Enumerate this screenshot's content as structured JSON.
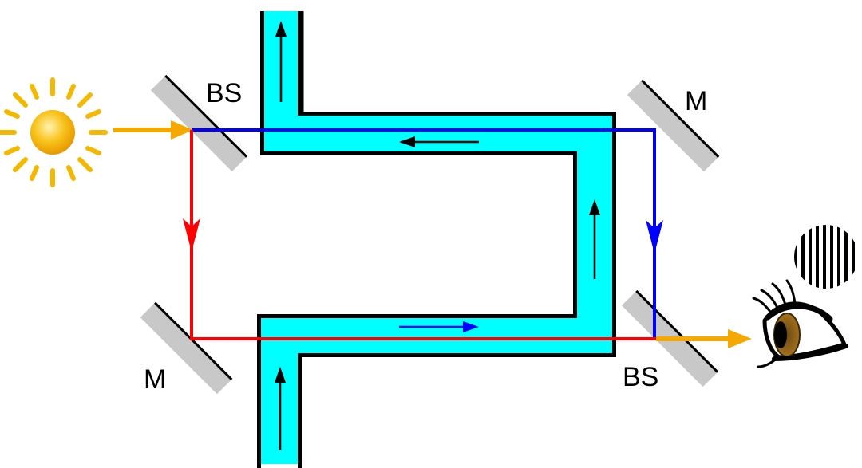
{
  "labels": {
    "bs_top_left": "BS",
    "m_top_right": "M",
    "m_bottom_left": "M",
    "bs_bottom_right": "BS"
  },
  "colors": {
    "fluid": "#00FFFF",
    "pipe_wall": "#000000",
    "path_upper": "#0000FF",
    "path_lower": "#FF0000",
    "light_input": "#F5A800",
    "mirror": "#C8C8C8",
    "sun": "#F5B800"
  },
  "icons": {
    "source": "sun-icon",
    "detector": "eye-icon",
    "fringes": "interference-fringes-icon"
  }
}
